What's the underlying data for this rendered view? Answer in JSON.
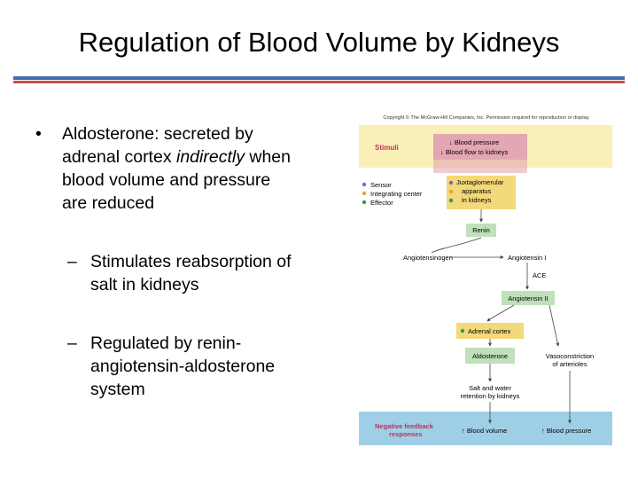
{
  "slide": {
    "title": "Regulation of Blood Volume by Kidneys",
    "bullet1": {
      "line1": "Aldosterone:  secreted by",
      "line2_pre": "adrenal cortex ",
      "line2_em": "indirectly",
      "line2_post": " when",
      "line3": "blood volume and pressure",
      "line4": "are reduced"
    },
    "sub1": {
      "line1": "Stimulates reabsorption of",
      "line2": "salt in kidneys"
    },
    "sub2": {
      "line1": "Regulated by renin-",
      "line2": "angiotensin-aldosterone",
      "line3": "system"
    },
    "bullet_glyph": "•",
    "dash_glyph": "–"
  },
  "figure": {
    "copyright": "Copyright © The McGraw-Hill Companies, Inc. Permission required for reproduction or display.",
    "stimuli_label": "Stimuli",
    "stimuli_box": {
      "line1": "↓ Blood pressure",
      "line2": "↓ Blood flow to kidneys"
    },
    "legend": {
      "sensor": "Sensor",
      "integrating": "Integrating center",
      "effector": "Effector"
    },
    "juxta": {
      "line1": "Juxtaglomerular",
      "line2": "apparatus",
      "line3": "in kidneys"
    },
    "renin": "Renin",
    "angiotensinogen": "Angiotensinogen",
    "angiotensin1": "Angiotensin I",
    "ace": "ACE",
    "angiotensin2": "Angiotensin II",
    "adrenal": "Adrenal cortex",
    "aldosterone": "Aldosterone",
    "vaso": {
      "line1": "Vasoconstriction",
      "line2": "of arterioles"
    },
    "salt": {
      "line1": "Salt and water",
      "line2": "retention by kidneys"
    },
    "negfb": {
      "line1": "Negative feedback",
      "line2": "responses"
    },
    "bv": "↑ Blood volume",
    "bp": "↑ Blood pressure",
    "colors": {
      "stimuli_band": "#fbefb8",
      "stimuli_box": "#e3a7b3",
      "juxta_box": "#f3d979",
      "green_box": "#bfe0bb",
      "adrenal_box": "#f3d979",
      "feedback_band": "#9fcfe6",
      "feedback_text": "#c0305a",
      "sensor_dot": "#9b59b6",
      "integrating_dot": "#e6a33b",
      "effector_dot": "#2e9b5a"
    }
  }
}
